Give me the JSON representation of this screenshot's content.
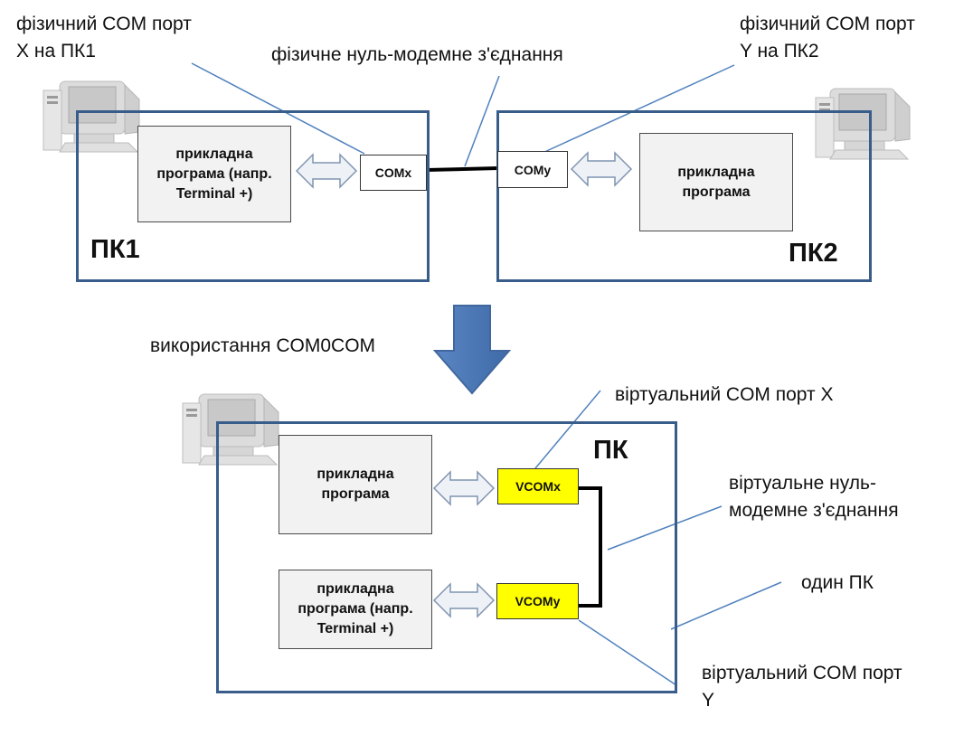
{
  "top": {
    "pc1": {
      "label": "ПК1",
      "app": "прикладна програма (напр. Terminal +)",
      "port": "COMx"
    },
    "pc2": {
      "label": "ПК2",
      "app": "прикладна програма",
      "port": "COMy"
    },
    "notes": {
      "phys_com_x": "фізичний COM порт X на ПК1",
      "phys_com_y": "фізичний COM порт Y на ПК2",
      "null_modem": "фізичне нуль-модемне з'єднання"
    }
  },
  "transition": {
    "label": "використання COM0COM"
  },
  "bottom": {
    "pc": {
      "label": "ПК",
      "app1": "прикладна програма",
      "app2": "прикладна програма (напр. Terminal +)",
      "port_x": "VCOMx",
      "port_y": "VCOMy"
    },
    "notes": {
      "virt_com_x": "віртуальний COM порт X",
      "virt_null_modem": "віртуальне нуль-модемне з'єднання",
      "one_pc": "один ПК",
      "virt_com_y": "віртуальний COM порт Y"
    }
  },
  "colors": {
    "frame": "#385d8a",
    "callout_line": "#4f81bd",
    "down_arrow": "#4f81bd",
    "virtual_port": "#ffff00",
    "app_fill": "#f2f2f2"
  },
  "icons": [
    "computer-icon",
    "double-arrow-icon",
    "down-arrow-icon"
  ]
}
